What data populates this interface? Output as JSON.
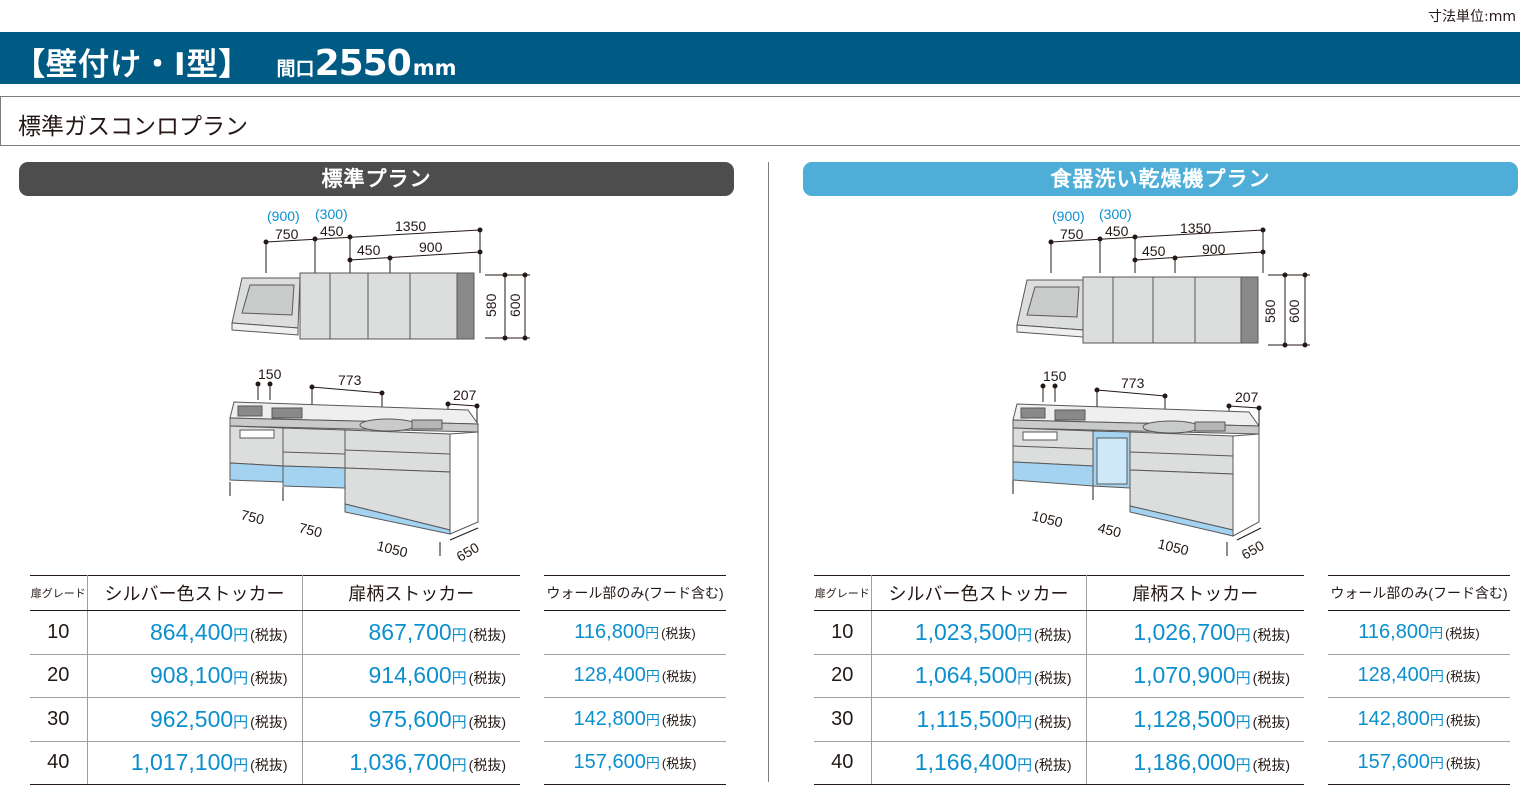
{
  "unit_note": "寸法単位:mm",
  "title": {
    "main": "【壁付け・I型】",
    "sub_label": "間口",
    "sub_value": "2550",
    "sub_unit": "mm"
  },
  "section_title": "標準ガスコンロプラン",
  "colors": {
    "title_bar": "#005b84",
    "standard_pill": "#4d4d4d",
    "dishwasher_pill": "#4eaed8",
    "price_blue": "#0b8fce",
    "panel_blue": "#a3d3f0"
  },
  "plans": [
    {
      "name": "標準プラン",
      "diagram": {
        "wall_bracket_labels": [
          "(900)",
          "(300)"
        ],
        "wall_top_dims": [
          "750",
          "450",
          "1350"
        ],
        "wall_lower_dims": [
          "450",
          "900"
        ],
        "wall_heights": [
          "580",
          "600"
        ],
        "counter_dims": [
          "150",
          "773",
          "207"
        ],
        "base_dims": [
          "750",
          "750",
          "1050",
          "650"
        ]
      },
      "table": {
        "headers": [
          "扉グレード",
          "シルバー色ストッカー",
          "扉柄ストッカー"
        ],
        "rows": [
          {
            "grade": "10",
            "silver": "864,400",
            "pattern": "867,700"
          },
          {
            "grade": "20",
            "silver": "908,100",
            "pattern": "914,600"
          },
          {
            "grade": "30",
            "silver": "962,500",
            "pattern": "975,600"
          },
          {
            "grade": "40",
            "silver": "1,017,100",
            "pattern": "1,036,700"
          }
        ]
      },
      "wall_table": {
        "header": "ウォール部のみ(フード含む)",
        "rows": [
          "116,800",
          "128,400",
          "142,800",
          "157,600"
        ]
      }
    },
    {
      "name": "食器洗い乾燥機プラン",
      "diagram": {
        "wall_bracket_labels": [
          "(900)",
          "(300)"
        ],
        "wall_top_dims": [
          "750",
          "450",
          "1350"
        ],
        "wall_lower_dims": [
          "450",
          "900"
        ],
        "wall_heights": [
          "580",
          "600"
        ],
        "counter_dims": [
          "150",
          "773",
          "207"
        ],
        "base_dims": [
          "1050",
          "450",
          "1050",
          "650"
        ]
      },
      "table": {
        "headers": [
          "扉グレード",
          "シルバー色ストッカー",
          "扉柄ストッカー"
        ],
        "rows": [
          {
            "grade": "10",
            "silver": "1,023,500",
            "pattern": "1,026,700"
          },
          {
            "grade": "20",
            "silver": "1,064,500",
            "pattern": "1,070,900"
          },
          {
            "grade": "30",
            "silver": "1,115,500",
            "pattern": "1,128,500"
          },
          {
            "grade": "40",
            "silver": "1,166,400",
            "pattern": "1,186,000"
          }
        ]
      },
      "wall_table": {
        "header": "ウォール部のみ(フード含む)",
        "rows": [
          "116,800",
          "128,400",
          "142,800",
          "157,600"
        ]
      }
    }
  ],
  "price_suffix": {
    "yen": "円",
    "tax": "(税抜)"
  }
}
